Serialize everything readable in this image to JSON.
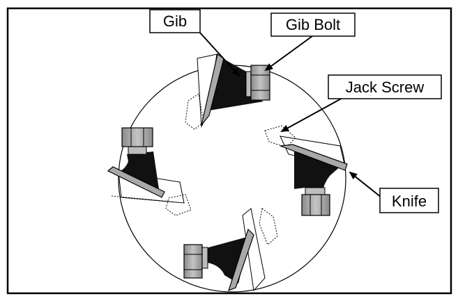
{
  "callouts": {
    "gib": "Gib",
    "gib_bolt": "Gib Bolt",
    "jack_screw": "Jack Screw",
    "knife": "Knife"
  }
}
